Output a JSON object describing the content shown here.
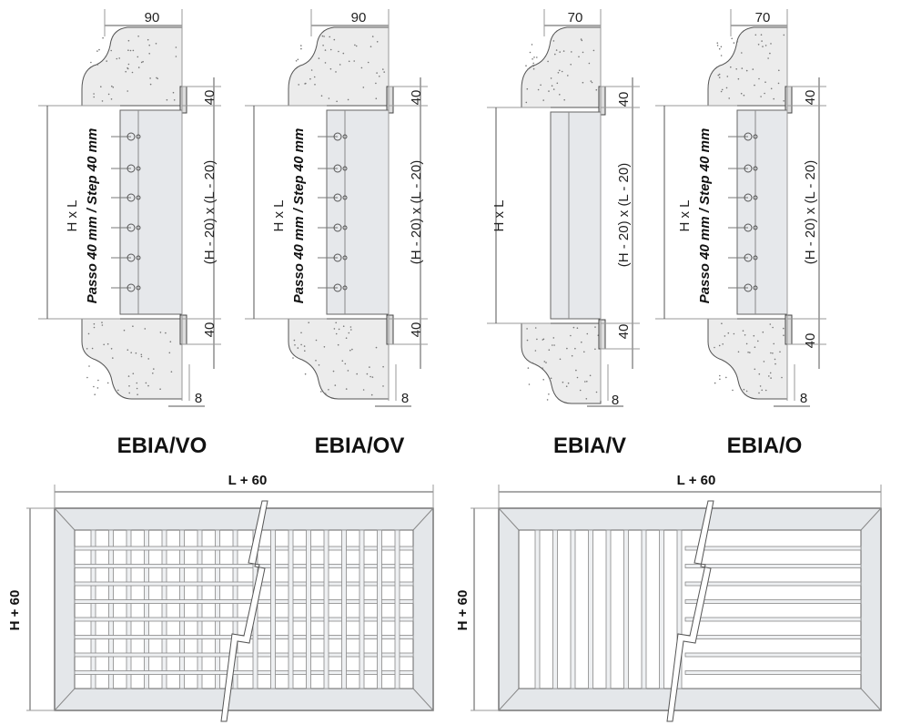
{
  "sections": [
    {
      "model": "EBIA/VO",
      "depth": "90",
      "flange_top": "40",
      "flange_bottom": "40",
      "core": "(H - 20) x (L - 20)",
      "nominal": "H x L",
      "step": "Passo 40 mm / Step 40 mm",
      "thickness": "8",
      "blades": true
    },
    {
      "model": "EBIA/OV",
      "depth": "90",
      "flange_top": "40",
      "flange_bottom": "40",
      "core": "(H - 20) x (L - 20)",
      "nominal": "H x L",
      "step": "Passo 40 mm / Step 40 mm",
      "thickness": "8",
      "blades": true
    },
    {
      "model": "EBIA/V",
      "depth": "70",
      "flange_top": "40",
      "flange_bottom": "40",
      "core": "(H - 20) x (L - 20)",
      "nominal": "H x L",
      "step": null,
      "thickness": "8",
      "blades": false
    },
    {
      "model": "EBIA/O",
      "depth": "70",
      "flange_top": "40",
      "flange_bottom": "40",
      "core": "(H - 20) x (L - 20)",
      "nominal": "H x L",
      "step": "Passo 40 mm / Step 40 mm",
      "thickness": "8",
      "blades": true
    }
  ],
  "front_views": [
    {
      "width_label": "L + 60",
      "height_label": "H + 60",
      "type": "double"
    },
    {
      "width_label": "L + 60",
      "height_label": "H + 60",
      "type": "single"
    }
  ],
  "colors": {
    "frame": "#e4e7ea",
    "line": "#6e6e6e",
    "wall": "#ececec"
  }
}
